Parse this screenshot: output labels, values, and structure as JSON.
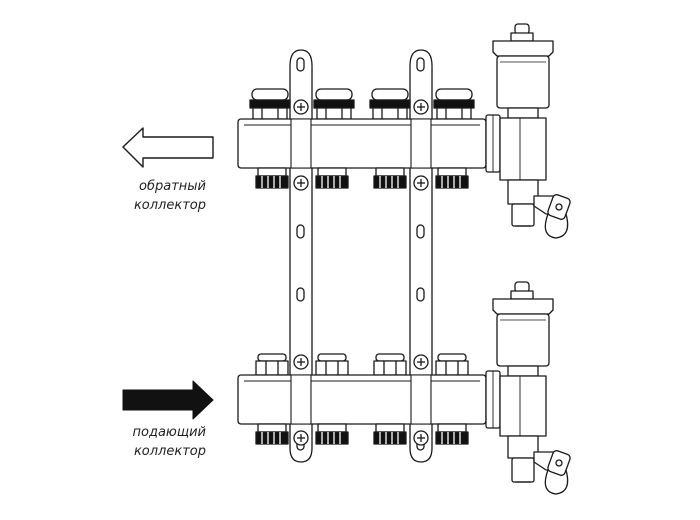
{
  "labels": {
    "return_manifold": {
      "line1": "обратный",
      "line2": "коллектор"
    },
    "supply_manifold": {
      "line1": "подающий",
      "line2": "коллектор"
    }
  },
  "arrows": {
    "return_direction": "left",
    "return_style": "outline",
    "supply_direction": "right",
    "supply_style": "filled"
  },
  "manifold": {
    "outlets_per_bar": 4,
    "bars": 2,
    "brackets": 2
  },
  "colors": {
    "line": "#1a1a1a",
    "fill": "#ffffff",
    "dark": "#111111"
  }
}
